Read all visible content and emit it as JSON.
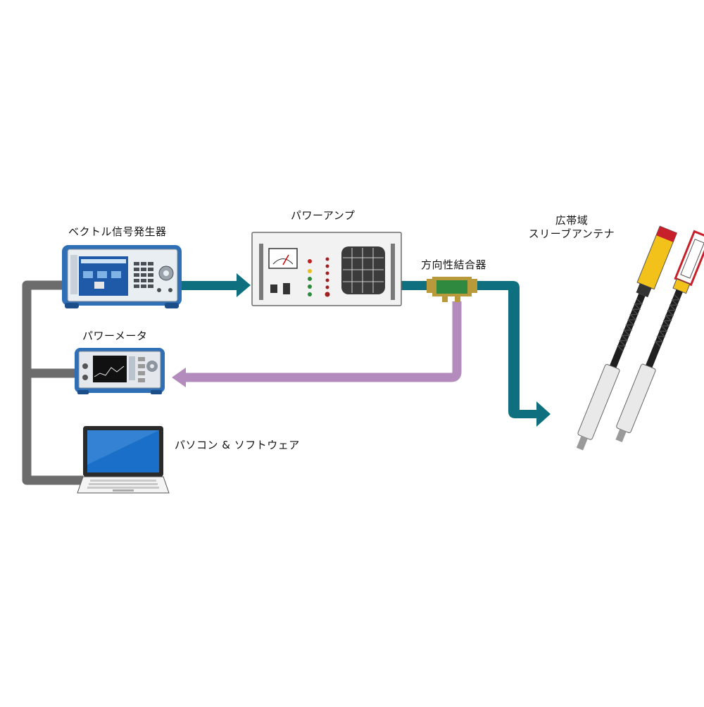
{
  "labels": {
    "signal_generator": "ベクトル信号発生器",
    "power_amp": "パワーアンプ",
    "directional_coupler": "方向性結合器",
    "antenna_line1": "広帯域",
    "antenna_line2": "スリーブアンテナ",
    "power_meter": "パワーメータ",
    "pc_software": "パソコン & ソフトウェア"
  },
  "colors": {
    "rf_path": "#0e6f7e",
    "feedback_path": "#b48bbd",
    "control_bus": "#6c6c6c",
    "instrument_blue": "#2f6fb6",
    "amp_panel": "#f2f2f2",
    "coupler_green": "#2f8a3f",
    "antenna_yellow": "#f2c21b",
    "antenna_red": "#c8202a"
  },
  "icons": {
    "signal_generator": "vector-signal-generator-icon",
    "power_amp": "power-amplifier-icon",
    "coupler": "directional-coupler-icon",
    "power_meter": "power-meter-icon",
    "laptop": "laptop-icon",
    "antenna": "sleeve-antenna-icon"
  }
}
